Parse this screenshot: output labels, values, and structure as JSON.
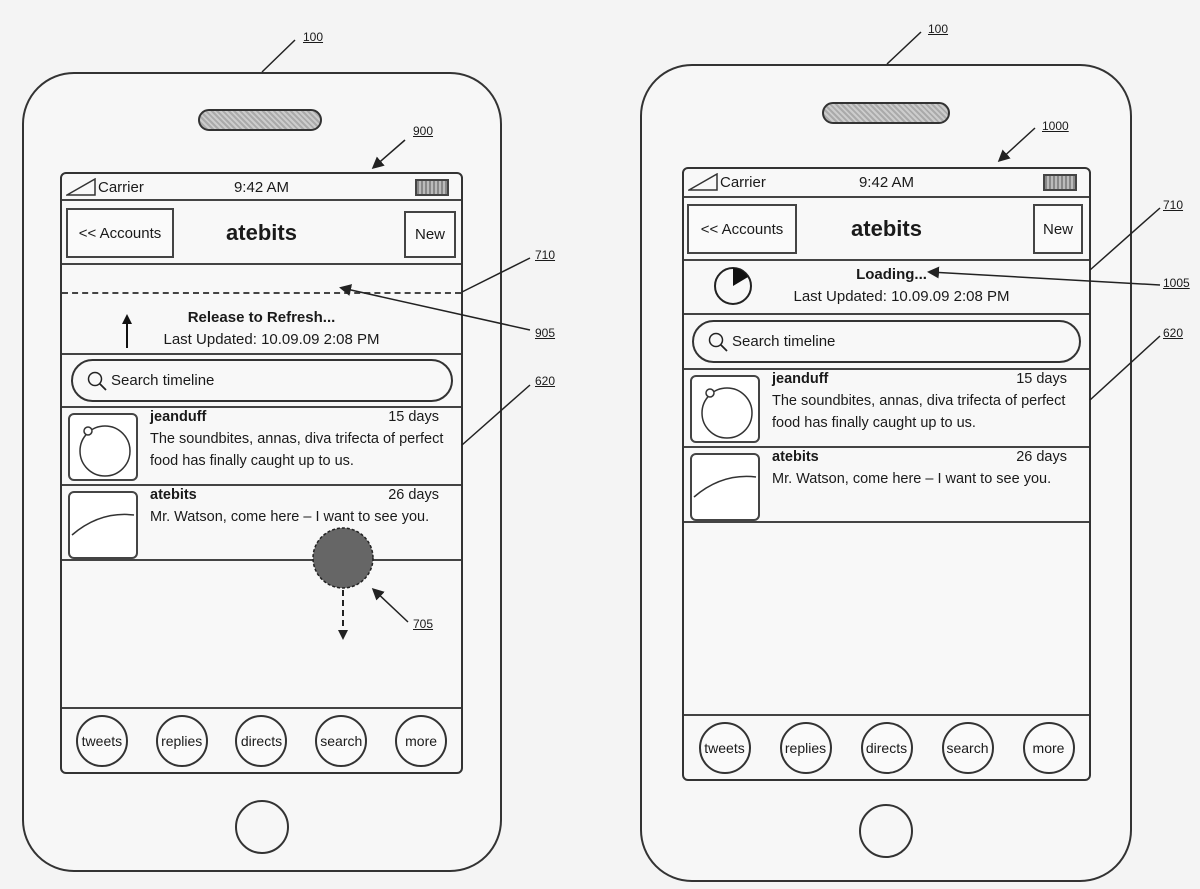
{
  "refs": {
    "device": "100",
    "fig9": "900",
    "fig10": "1000",
    "header": "710",
    "release": "905",
    "timeline": "620",
    "touch": "705",
    "loading": "1005"
  },
  "status": {
    "carrier": "Carrier",
    "time": "9:42 AM"
  },
  "nav": {
    "back": "<< Accounts",
    "title": "atebits",
    "new": "New"
  },
  "pull": {
    "release": "Release to Refresh...",
    "loading": "Loading...",
    "last_updated": "Last Updated: 10.09.09 2:08 PM"
  },
  "search": {
    "placeholder": "Search timeline"
  },
  "tweets": [
    {
      "user": "jeanduff",
      "age": "15 days",
      "text": "The soundbites, annas, diva trifecta of perfect food has finally caught up to us."
    },
    {
      "user": "atebits",
      "age": "26 days",
      "text": "Mr. Watson, come here – I want to see you."
    }
  ],
  "tabs": [
    "tweets",
    "replies",
    "directs",
    "search",
    "more"
  ]
}
